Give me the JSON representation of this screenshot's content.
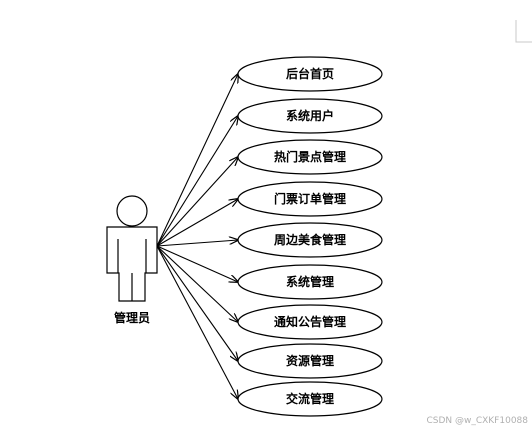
{
  "actor": {
    "label": "管理员"
  },
  "use_cases": [
    {
      "id": "home",
      "label": "后台首页"
    },
    {
      "id": "system-users",
      "label": "系统用户"
    },
    {
      "id": "hot-attractions",
      "label": "热门景点管理"
    },
    {
      "id": "ticket-orders",
      "label": "门票订单管理"
    },
    {
      "id": "nearby-food",
      "label": "周边美食管理"
    },
    {
      "id": "system-management",
      "label": "系统管理"
    },
    {
      "id": "notices",
      "label": "通知公告管理"
    },
    {
      "id": "resources",
      "label": "资源管理"
    },
    {
      "id": "communication",
      "label": "交流管理"
    }
  ],
  "watermark": "CSDN @w_CXKF10088",
  "colors": {
    "stroke": "#000000",
    "background": "#ffffff",
    "watermark": "#b0b0b0"
  }
}
